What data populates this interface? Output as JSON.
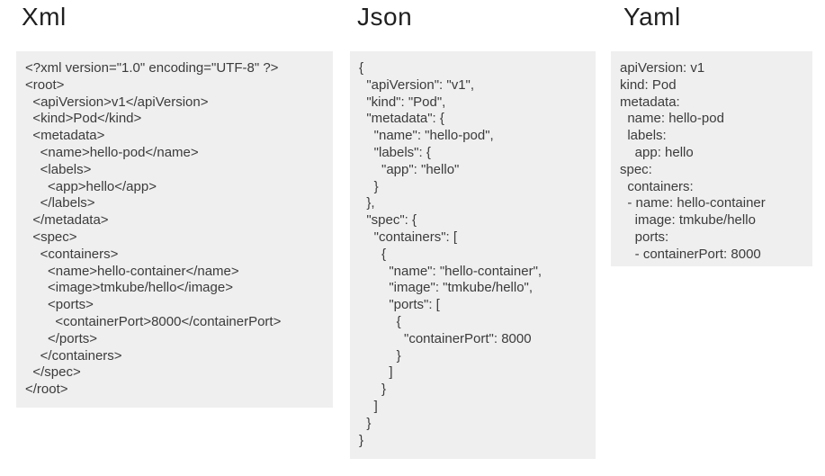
{
  "colors": {
    "page_background": "#ffffff",
    "code_block_background": "#efefef",
    "code_text": "#3b3b3b",
    "title_text": "#1f1f1f"
  },
  "panels": [
    {
      "title": "Xml",
      "lines": [
        "<?xml version=\"1.0\" encoding=\"UTF-8\" ?>",
        "<root>",
        "  <apiVersion>v1</apiVersion>",
        "  <kind>Pod</kind>",
        "  <metadata>",
        "    <name>hello-pod</name>",
        "    <labels>",
        "      <app>hello</app>",
        "    </labels>",
        "  </metadata>",
        "  <spec>",
        "    <containers>",
        "      <name>hello-container</name>",
        "      <image>tmkube/hello</image>",
        "      <ports>",
        "        <containerPort>8000</containerPort>",
        "      </ports>",
        "    </containers>",
        "  </spec>",
        "</root>"
      ]
    },
    {
      "title": "Json",
      "lines": [
        "{",
        "  \"apiVersion\": \"v1\",",
        "  \"kind\": \"Pod\",",
        "  \"metadata\": {",
        "    \"name\": \"hello-pod\",",
        "    \"labels\": {",
        "      \"app\": \"hello\"",
        "    }",
        "  },",
        "  \"spec\": {",
        "    \"containers\": [",
        "      {",
        "        \"name\": \"hello-container\",",
        "        \"image\": \"tmkube/hello\",",
        "        \"ports\": [",
        "          {",
        "            \"containerPort\": 8000",
        "          }",
        "        ]",
        "      }",
        "    ]",
        "  }",
        "}"
      ]
    },
    {
      "title": "Yaml",
      "lines": [
        "apiVersion: v1",
        "kind: Pod",
        "metadata:",
        "  name: hello-pod",
        "  labels:",
        "    app: hello",
        "spec:",
        "  containers:",
        "  - name: hello-container",
        "    image: tmkube/hello",
        "    ports:",
        "    - containerPort: 8000"
      ]
    }
  ]
}
